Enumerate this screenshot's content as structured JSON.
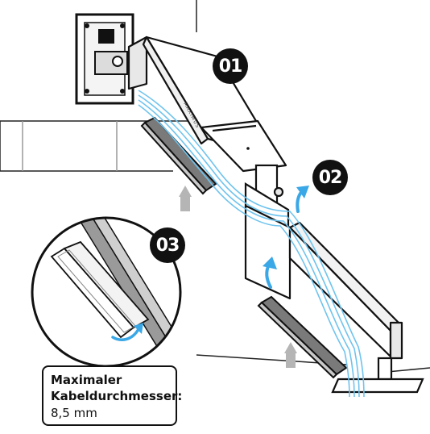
{
  "steps": [
    {
      "label": "01"
    },
    {
      "label": "02"
    },
    {
      "label": "03"
    }
  ],
  "arm_brand_text": "MAXIMUS",
  "callout": {
    "title_line1": "Maximaler",
    "title_line2": "Kabeldurchmesser:",
    "value": "8,5 mm"
  },
  "colors": {
    "line": "#111111",
    "arm_face": "#ffffff",
    "channel": "#7a7a7a",
    "cable": "#6fc3ee",
    "cable_arrow": "#3aa7e6",
    "push_arrow": "#b5b5b5",
    "badge": "#111111"
  }
}
